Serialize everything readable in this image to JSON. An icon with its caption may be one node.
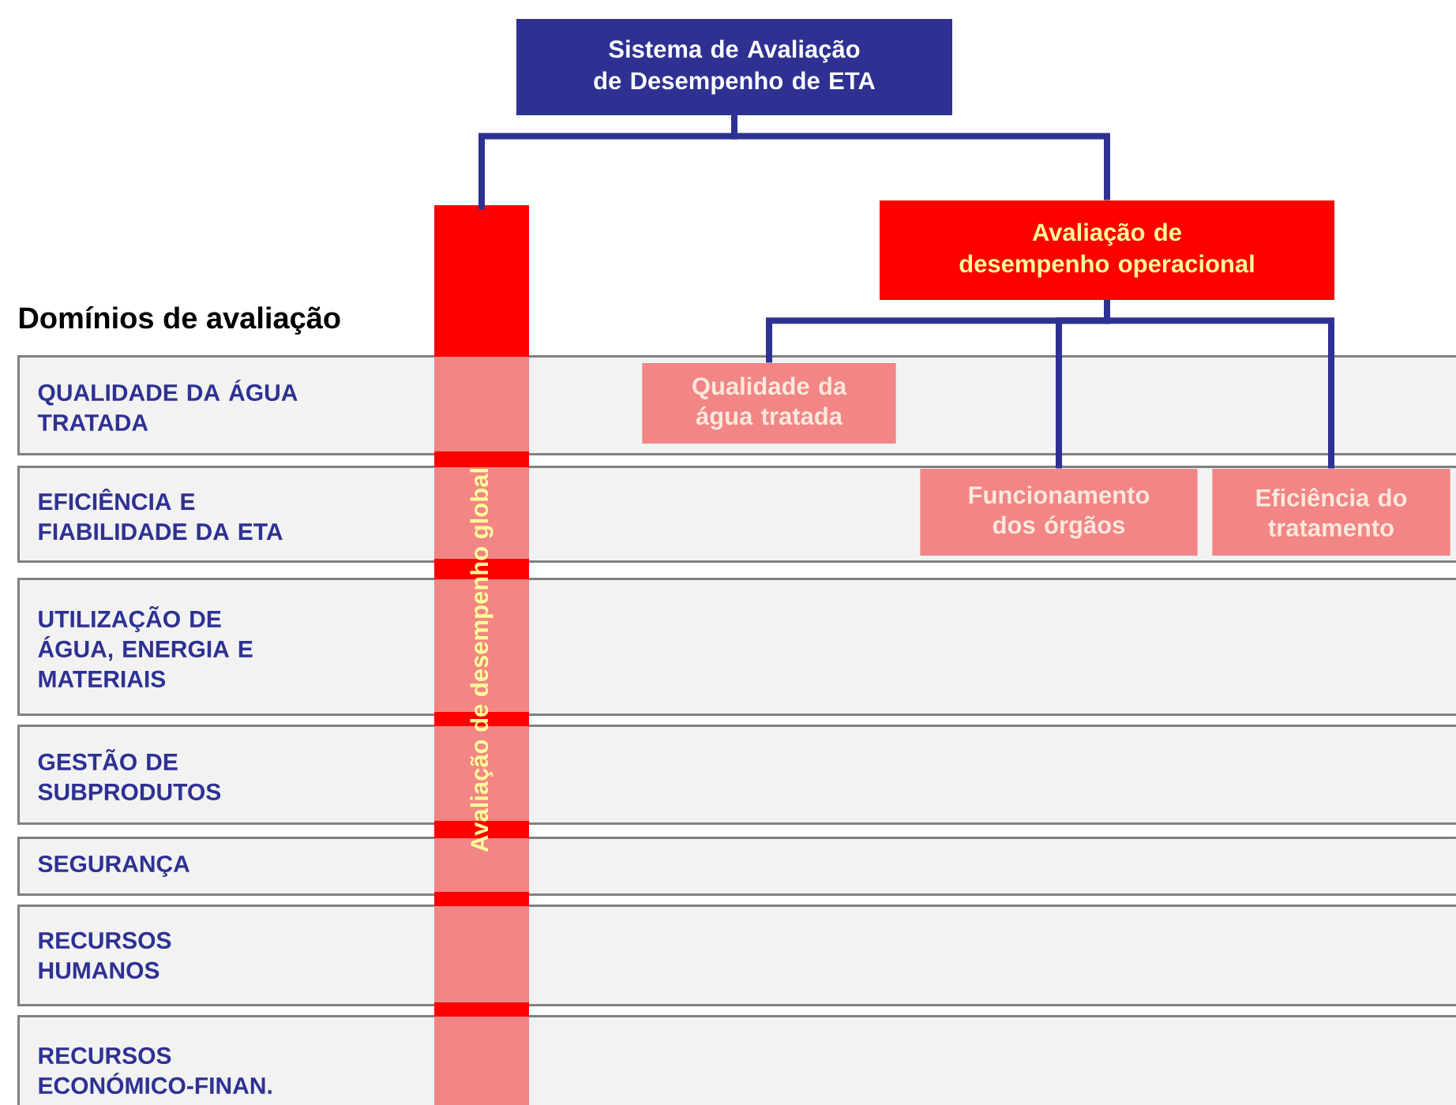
{
  "diagram": {
    "nodes": [
      {
        "text": [
          "Sistema de Avaliação de Desempenho de ETA"
        ]
      },
      {
        "text": [
          "Avaliação de desempenho global"
        ]
      },
      {
        "text": [
          "Avaliação de desempenho operacional"
        ]
      },
      {
        "text": [
          "QUALIDADE DA ÁGUA TRATADA"
        ]
      },
      {
        "text": [
          "EFICIÊNCIA E FIABILIDADE DA ETA"
        ]
      },
      {
        "text": [
          "UTILIZAÇÃO DE ÁGUA, ENERGIA E MATERIAIS"
        ]
      },
      {
        "text": [
          "GESTÃO DE SUBPRODUTOS"
        ]
      },
      {
        "text": [
          "SEGURANÇA"
        ]
      },
      {
        "text": [
          "RECURSOS HUMANOS"
        ]
      },
      {
        "text": [
          "RECURSOS ECONÓMICO-FINAN."
        ]
      },
      {
        "text": [
          "Qualidade da água tratada"
        ],
        "in": 3
      },
      {
        "text": [
          "Funcionamento dos órgãos"
        ],
        "in": 4
      },
      {
        "text": [
          "Eficiência do tratamento"
        ],
        "in": 4
      }
    ],
    "edges": [
      {
        "from": 0,
        "to": 1,
        "arrow": "none"
      },
      {
        "from": 0,
        "to": 2,
        "arrow": "none"
      },
      {
        "from": 2,
        "to": 10,
        "arrow": "none"
      },
      {
        "from": 2,
        "to": 11,
        "arrow": "none"
      },
      {
        "from": 2,
        "to": 12,
        "arrow": "none"
      }
    ],
    "labels": [
      "Domínios de avaliação"
    ]
  }
}
